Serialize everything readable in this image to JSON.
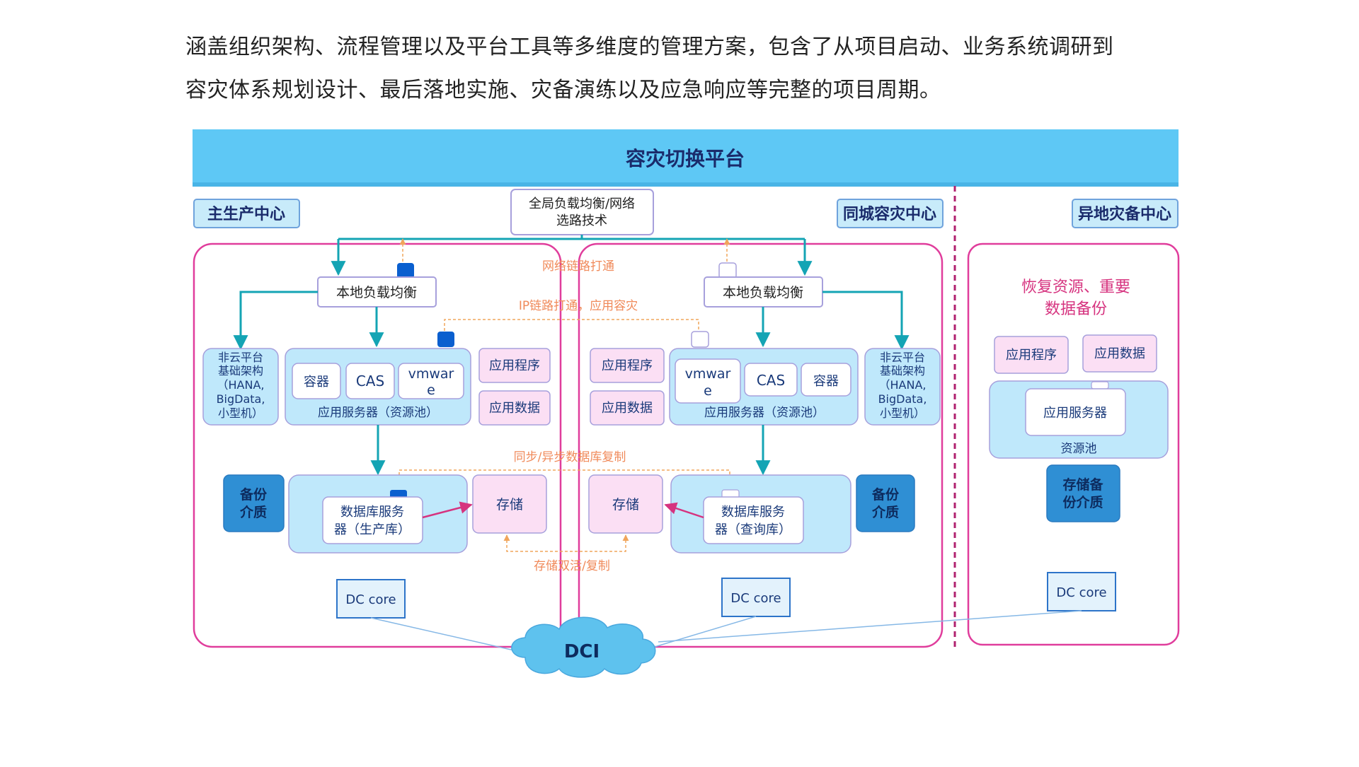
{
  "intro": {
    "line1": "涵盖组织架构、流程管理以及平台工具等多维度的管理方案，包含了从项目启动、业务系统调研到",
    "line2": "容灾体系规划设计、最后落地实施、灾备演练以及应急响应等完整的项目周期。"
  },
  "diagram": {
    "platform_title": "容灾切换平台",
    "gslb": {
      "line1": "全局负载均衡/网络",
      "line2": "选路技术"
    },
    "centers": {
      "primary": "主生产中心",
      "same_city": "同城容灾中心",
      "remote": "异地灾备中心"
    },
    "flows": {
      "network_link": "网络链路打通",
      "ip_link": "IP链路打通，应用容灾",
      "db_replication": "同步/异步数据库复制",
      "storage_replication": "存储双活/复制"
    },
    "local_lb": "本地负载均衡",
    "non_cloud": {
      "line1": "非云平台",
      "line2": "基础架构",
      "line3": "（HANA,",
      "line4": "BigData,",
      "line5": "小型机）"
    },
    "container": "容器",
    "cas": "CAS",
    "vmware": {
      "line1": "vmwar",
      "line2": "e"
    },
    "app_server_pool": "应用服务器（资源池）",
    "app_program": "应用程序",
    "app_data": "应用数据",
    "backup_media": {
      "line1": "备份",
      "line2": "介质"
    },
    "db_server_prod": {
      "line1": "数据库服务",
      "line2": "器（生产库）"
    },
    "db_server_query": {
      "line1": "数据库服务",
      "line2": "器（查询库）"
    },
    "storage": "存储",
    "dc_core": "DC core",
    "dci": "DCI",
    "remote_center": {
      "recovery": {
        "line1": "恢复资源、重要",
        "line2": "数据备份"
      },
      "app_program": "应用程序",
      "app_data": "应用数据",
      "app_server": "应用服务器",
      "resource_pool": "资源池",
      "storage_backup": {
        "line1": "存储备",
        "line2": "份介质"
      },
      "dc_core": "DC core"
    }
  },
  "colors": {
    "header_bg": "#5ec8f5",
    "zone_border": "#e03d9c",
    "panel_fill": "#bfe8fb",
    "panel_border": "#a7a0dc",
    "pink_fill": "#fbdff4",
    "teal_arrow": "#14a4b4",
    "dashed_orange": "#f0a55c",
    "label_orange": "#f08a5a",
    "backup_fill": "#2f8fd4",
    "dc_fill": "#e3f2fc",
    "dc_border": "#2d74c9",
    "dci_fill": "#5ec2ee",
    "label_fill": "#c8ebfa",
    "lock_blue": "#0a5fcf"
  }
}
